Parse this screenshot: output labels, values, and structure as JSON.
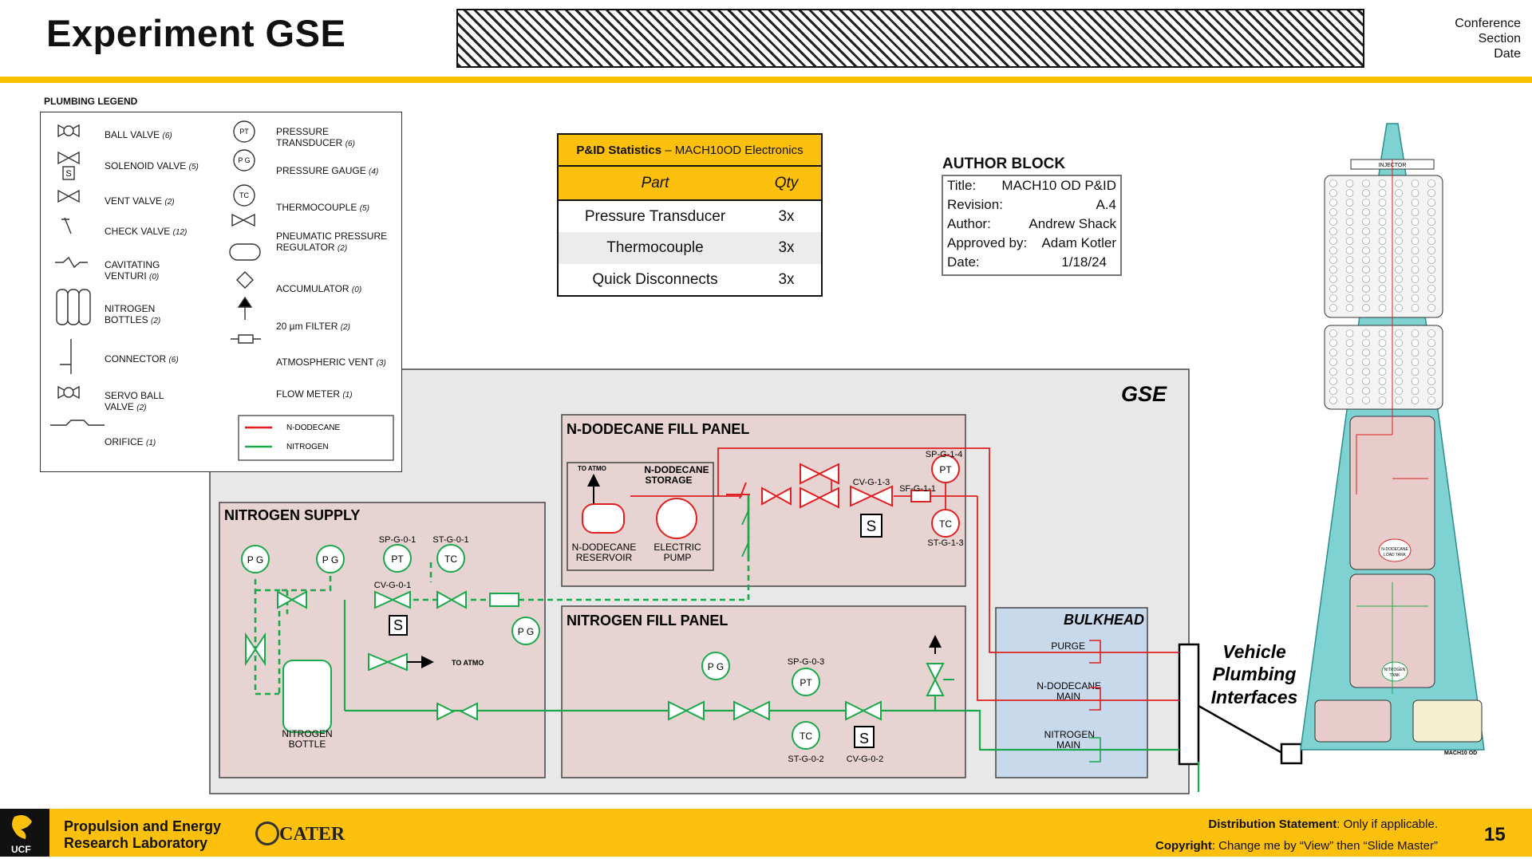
{
  "header": {
    "title": "Experiment GSE",
    "meta": [
      "Conference",
      "Section",
      "Date"
    ]
  },
  "legend": {
    "title": "PLUMBING LEGEND",
    "left_items": [
      {
        "label": "BALL VALVE",
        "count": "(6)",
        "icon": "ball-valve-icon"
      },
      {
        "label": "SOLENOID VALVE",
        "count": "(5)",
        "icon": "solenoid-valve-icon"
      },
      {
        "label": "VENT VALVE",
        "count": "(2)",
        "icon": "vent-valve-icon"
      },
      {
        "label": "CHECK VALVE",
        "count": "(12)",
        "icon": "check-valve-icon"
      },
      {
        "label": "CAVITATING VENTURI",
        "count": "(0)",
        "icon": "venturi-icon"
      },
      {
        "label": "NITROGEN BOTTLES",
        "count": "(2)",
        "icon": "bottles-icon"
      },
      {
        "label": "CONNECTOR",
        "count": "(6)",
        "icon": "connector-icon"
      },
      {
        "label": "SERVO BALL VALVE",
        "count": "(2)",
        "icon": "servo-ball-valve-icon"
      },
      {
        "label": "ORIFICE",
        "count": "(1)",
        "icon": "orifice-icon"
      }
    ],
    "right_items": [
      {
        "label": "PRESSURE TRANSDUCER",
        "count": "(6)",
        "icon": "pt-icon"
      },
      {
        "label": "PRESSURE GAUGE",
        "count": "(4)",
        "icon": "pg-icon"
      },
      {
        "label": "THERMOCOUPLE",
        "count": "(5)",
        "icon": "tc-icon"
      },
      {
        "label": "PNEUMATIC PRESSURE REGULATOR",
        "count": "(2)",
        "icon": "regulator-icon"
      },
      {
        "label": "ACCUMULATOR",
        "count": "(0)",
        "icon": "accumulator-icon"
      },
      {
        "label": "20 µm FILTER",
        "count": "(2)",
        "icon": "filter-icon"
      },
      {
        "label": "ATMOSPHERIC VENT",
        "count": "(3)",
        "icon": "vent-arrow-icon"
      },
      {
        "label": "FLOW METER",
        "count": "(1)",
        "icon": "flow-meter-icon"
      }
    ],
    "line_key": [
      {
        "label": "N-DODECANE",
        "color": "#e02020"
      },
      {
        "label": "NITROGEN",
        "color": "#1aa84a"
      }
    ]
  },
  "stats_table": {
    "title_bold": "P&ID Statistics",
    "title_rest": " – MACH10OD Electronics",
    "col_part": "Part",
    "col_qty": "Qty",
    "rows": [
      {
        "part": "Pressure Transducer",
        "qty": "3x"
      },
      {
        "part": "Thermocouple",
        "qty": "3x"
      },
      {
        "part": "Quick Disconnects",
        "qty": "3x"
      }
    ]
  },
  "author_block": {
    "heading": "AUTHOR BLOCK",
    "rows": [
      {
        "key": "Title:",
        "value": "MACH10 OD P&ID"
      },
      {
        "key": "Revision:",
        "value": "A.4"
      },
      {
        "key": "Author:",
        "value": "Andrew Shack"
      },
      {
        "key": "Approved by:",
        "value": "Adam Kotler"
      },
      {
        "key": "Date:",
        "value": "1/18/24"
      }
    ]
  },
  "gse": {
    "label": "GSE",
    "nitrogen_supply": {
      "title": "NITROGEN SUPPLY",
      "pt": "PT",
      "tc": "TC",
      "pg": "P G",
      "sp_label": "SP-G-0-1",
      "st_label": "ST-G-0-1",
      "cv_label": "CV-G-0-1",
      "bottle_label_1": "NITROGEN",
      "bottle_label_2": "BOTTLE",
      "to_atmo": "TO ATMO",
      "s": "S"
    },
    "dodecane_panel": {
      "title": "N-DODECANE FILL PANEL",
      "storage_1": "N-DODECANE",
      "storage_2": "STORAGE",
      "to_atmo": "TO ATMO",
      "reservoir_1": "N-DODECANE",
      "reservoir_2": "RESERVOIR",
      "pump_1": "ELECTRIC",
      "pump_2": "PUMP",
      "cv_label": "CV-G-1-3",
      "sf_label": "SF-G-1-1",
      "sp_label": "SP-G-1-4",
      "st_label": "ST-G-1-3",
      "pt": "PT",
      "tc": "TC",
      "s": "S"
    },
    "nitrogen_panel": {
      "title": "NITROGEN FILL PANEL",
      "pg": "P G",
      "pt": "PT",
      "tc": "TC",
      "s": "S",
      "sp_label": "SP-G-0-3",
      "st_label": "ST-G-0-2",
      "cv_label": "CV-G-0-2"
    },
    "bulkhead": {
      "title": "BULKHEAD",
      "purge": "PURGE",
      "dodecane_main_1": "N-DODECANE",
      "dodecane_main_2": "MAIN",
      "nitrogen_main_1": "NITROGEN",
      "nitrogen_main_2": "MAIN"
    }
  },
  "vehicle": {
    "callout": [
      "Vehicle",
      "Plumbing",
      "Interfaces"
    ],
    "injector": "INJECTOR",
    "load_tank_1": "N-DODECANE",
    "load_tank_2": "LOAD TANK",
    "n2_tank_1": "NITROGEN",
    "n2_tank_2": "TANK",
    "model": "MACH10 OD"
  },
  "footer": {
    "org_line1": "Propulsion and Energy",
    "org_line2": "Research Laboratory",
    "ucf": "UCF",
    "cater": "CATER",
    "dist_bold": "Distribution Statement",
    "dist_rest": ": Only if applicable.",
    "copy_bold": "Copyright",
    "copy_rest": ": Change me by “View” then “Slide Master”",
    "page": "15"
  },
  "colors": {
    "accent": "#fcc00d",
    "dodecane": "#e02020",
    "nitrogen": "#1aa84a",
    "panel_pink": "#e8d3d3",
    "gse_gray": "#e8e8e8",
    "bulkhead_blue": "#c8d9ec"
  }
}
